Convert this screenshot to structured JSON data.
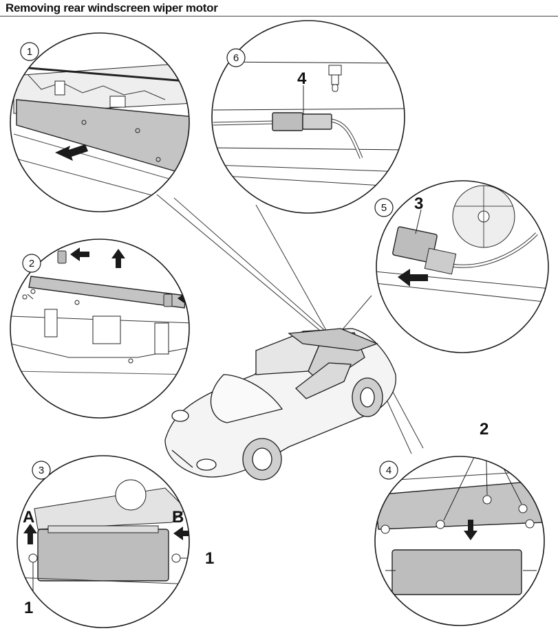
{
  "title": "Removing rear windscreen wiper motor",
  "steps": [
    {
      "number": "1"
    },
    {
      "number": "2"
    },
    {
      "number": "3"
    },
    {
      "number": "4"
    },
    {
      "number": "5"
    },
    {
      "number": "6"
    }
  ],
  "callouts": {
    "step3_label_a": "A",
    "step3_label_b": "B",
    "step3_part_left": "1",
    "step3_part_right": "1",
    "step4_part": "2",
    "step5_part": "3",
    "step6_part": "4"
  },
  "colors": {
    "line": "#1a1a1a",
    "shade": "#bdbdbd",
    "light_shade": "#dcdcdc",
    "arrow": "#1a1a1a"
  }
}
